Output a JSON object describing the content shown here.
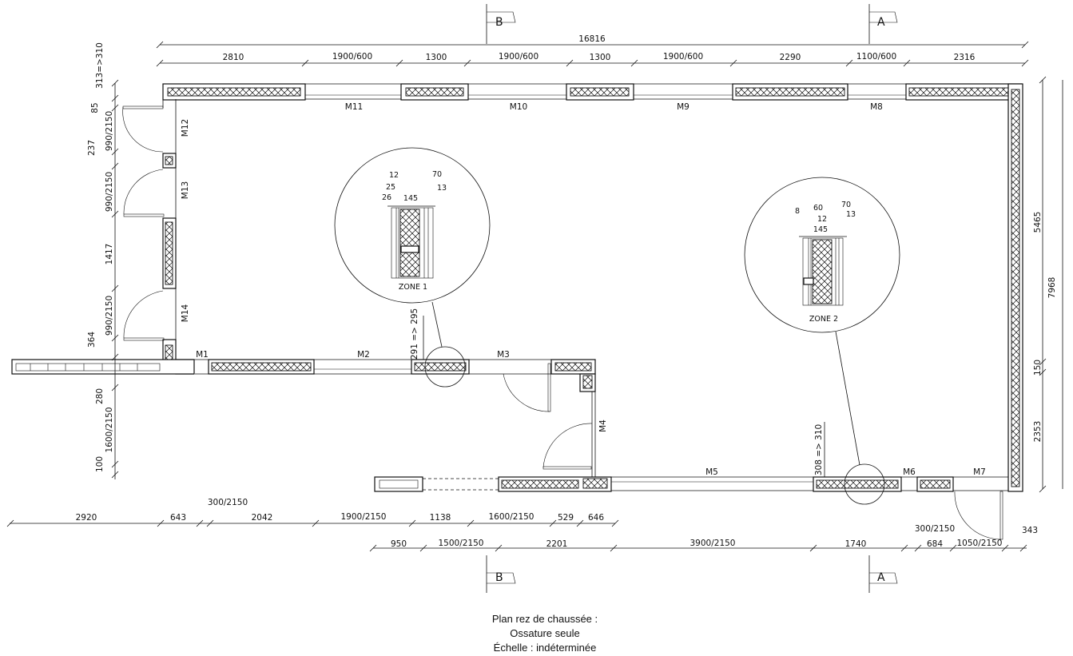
{
  "section_markers": {
    "b": "B",
    "a": "A"
  },
  "top_dimensions": {
    "overall": "16816",
    "segments": [
      "2810",
      "1900/600",
      "1300",
      "1900/600",
      "1300",
      "1900/600",
      "2290",
      "1100/600",
      "2316"
    ]
  },
  "left_dimensions": [
    "313=>310",
    "85",
    "990/2150",
    "237",
    "990/2150",
    "1417",
    "990/2150",
    "364",
    "280",
    "1600/2150",
    "100"
  ],
  "right_dimensions": [
    "5465",
    "7968",
    "150",
    "2353"
  ],
  "bottom_dimensions_row1": [
    "2920",
    "643",
    "300/2150",
    "2042",
    "1900/2150",
    "1138",
    "1600/2150",
    "529",
    "646"
  ],
  "bottom_dimensions_row2": [
    "950",
    "1500/2150",
    "2201",
    "3900/2150",
    "1740",
    "300/2150",
    "684",
    "1050/2150",
    "343"
  ],
  "openings": {
    "m1": "M1",
    "m2": "M2",
    "m3": "M3",
    "m4": "M4",
    "m5": "M5",
    "m6": "M6",
    "m7": "M7",
    "m8": "M8",
    "m9": "M9",
    "m10": "M10",
    "m11": "M11",
    "m12": "M12",
    "m13": "M13",
    "m14": "M14"
  },
  "vertical_notes": {
    "note_291": "291 => 295",
    "note_308": "308 => 310"
  },
  "zone1": {
    "title": "ZONE 1",
    "dims": [
      "12",
      "70",
      "25",
      "13",
      "26",
      "145"
    ]
  },
  "zone2": {
    "title": "ZONE 2",
    "dims": [
      "8",
      "60",
      "70",
      "12",
      "13",
      "145"
    ]
  },
  "caption": {
    "line1": "Plan rez de chaussée :",
    "line2": "Ossature seule",
    "line3": "Échelle : indéterminée"
  }
}
